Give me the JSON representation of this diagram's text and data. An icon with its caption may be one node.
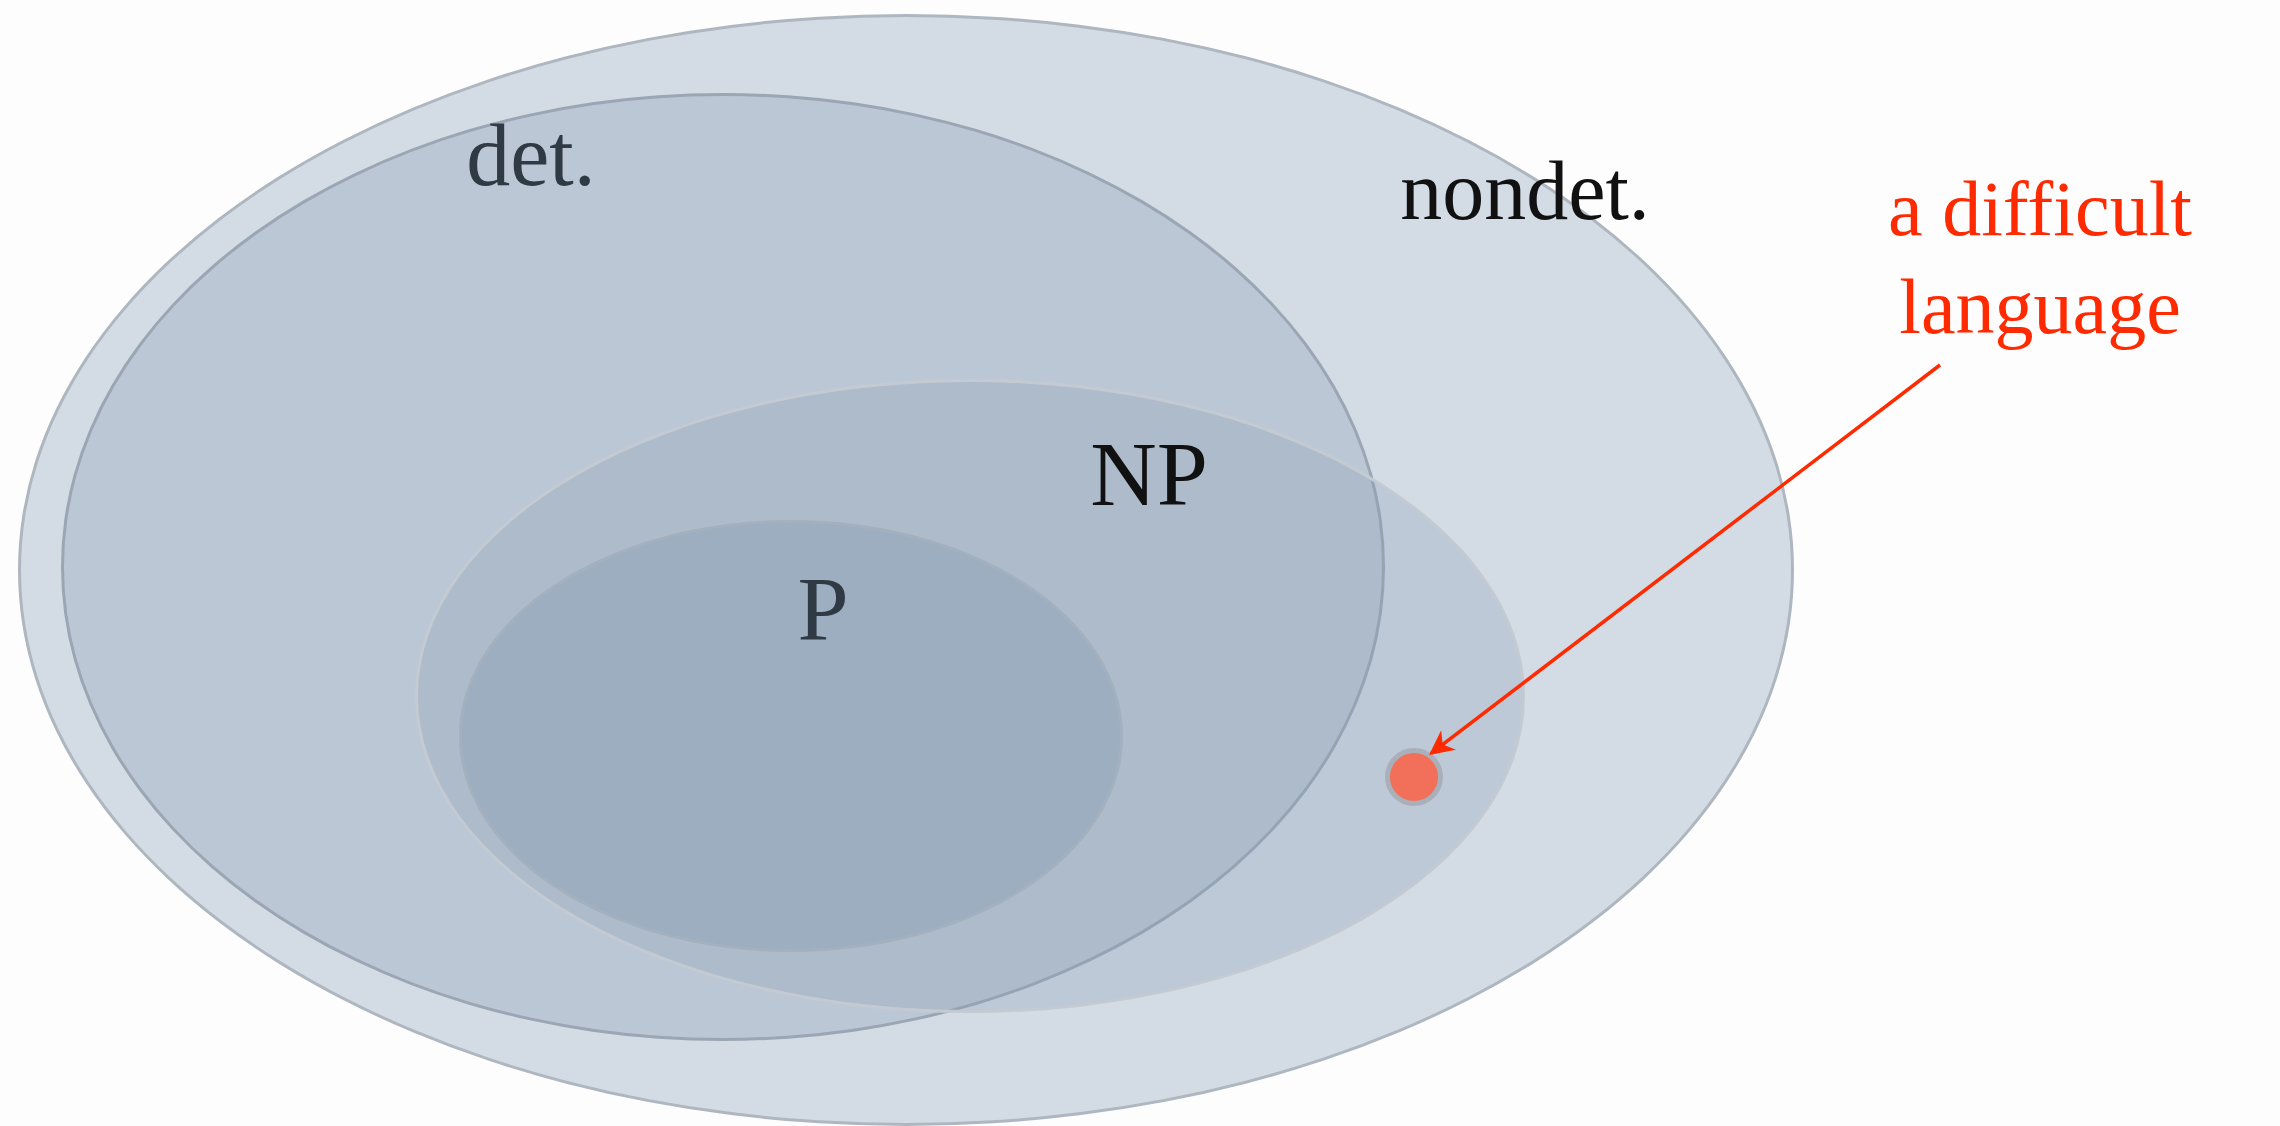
{
  "diagram": {
    "nodes": [
      {
        "text": [
          "nondet."
        ]
      },
      {
        "text": [
          "det."
        ],
        "in": 0
      },
      {
        "text": [
          "NP"
        ],
        "in": 0
      },
      {
        "text": [
          "P"
        ],
        "in": 2
      },
      {
        "text": [],
        "shape": "circle",
        "in": 2
      },
      {
        "text": [
          "a difficult language"
        ]
      }
    ],
    "edges": [
      {
        "from": 5,
        "to": 4,
        "arrow": "to",
        "color": "#ff2a00"
      }
    ]
  }
}
